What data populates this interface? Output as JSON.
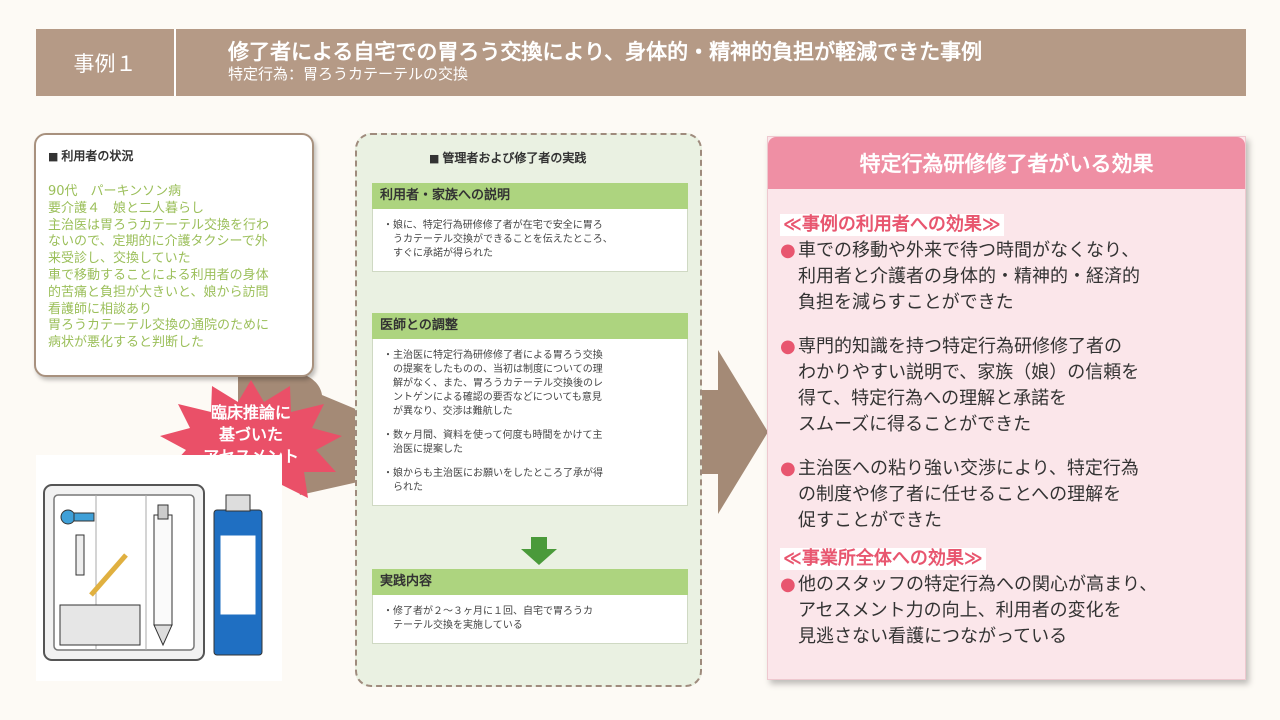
{
  "header": {
    "case_label": "事例１",
    "title": "修了者による自宅での胃ろう交換により、身体的・精神的負担が軽減できた事例",
    "subtitle": "特定行為：胃ろうカテーテルの交換"
  },
  "user_status": {
    "heading": "利用者の状況",
    "lines": [
      "90代　パーキンソン病",
      "要介護４　娘と二人暮らし",
      "主治医は胃ろうカテーテル交換を行わ",
      "ないので、定期的に介護タクシーで外",
      "来受診し、交換していた",
      "車で移動することによる利用者の身体",
      "的苦痛と負担が大きいと、娘から訪問",
      "看護師に相談あり",
      "胃ろうカテーテル交換の通院のために",
      "病状が悪化すると判断した"
    ]
  },
  "burst": {
    "lines": [
      "臨床推論に",
      "基づいた",
      "アセスメント"
    ]
  },
  "practice": {
    "heading": "管理者および修了者の実践",
    "sections": [
      {
        "title": "利用者・家族への説明",
        "items": [
          [
            "娘に、特定行為研修修了者が在宅で安全に胃ろ",
            "うカテーテル交換ができることを伝えたところ、",
            "すぐに承諾が得られた"
          ]
        ]
      },
      {
        "title": "医師との調整",
        "items": [
          [
            "主治医に特定行為研修修了者による胃ろう交換",
            "の提案をしたものの、当初は制度についての理",
            "解がなく、また、胃ろうカテーテル交換後のレ",
            "ントゲンによる確認の要否などについても意見",
            "が異なり、交渉は難航した"
          ],
          [
            "数ヶ月間、資料を使って何度も時間をかけて主",
            "治医に提案した"
          ],
          [
            "娘からも主治医にお願いをしたところ了承が得",
            "られた"
          ]
        ]
      },
      {
        "title": "実践内容",
        "items": [
          [
            "修了者が２～３ヶ月に１回、自宅で胃ろうカ",
            "テーテル交換を実施している"
          ]
        ]
      }
    ]
  },
  "effects": {
    "title": "特定行為研修修了者がいる効果",
    "user_label": "≪事例の利用者への効果≫",
    "user_items": [
      [
        "車での移動や外来で待つ時間がなくなり、",
        "利用者と介護者の身体的・精神的・経済的",
        "負担を減らすことができた"
      ],
      [
        "専門的知識を持つ特定行為研修修了者の",
        "わかりやすい説明で、家族（娘）の信頼を",
        "得て、特定行為への理解と承諾を",
        "スムーズに得ることができた"
      ],
      [
        "主治医への粘り強い交渉により、特定行為",
        "の制度や修了者に任せることへの理解を",
        "促すことができた"
      ]
    ],
    "office_label": "≪事業所全体への効果≫",
    "office_items": [
      [
        "他のスタッフの特定行為への関心が高まり、",
        "アセスメント力の向上、利用者の変化を",
        "見逃さない看護につながっている"
      ]
    ]
  },
  "colors": {
    "header_bg": "#b59a86",
    "user_text": "#9bbf5a",
    "section_head": "#add47f",
    "effect_head": "#ef8fa4",
    "effect_accent": "#e8566f",
    "burst": "#ea5068"
  }
}
